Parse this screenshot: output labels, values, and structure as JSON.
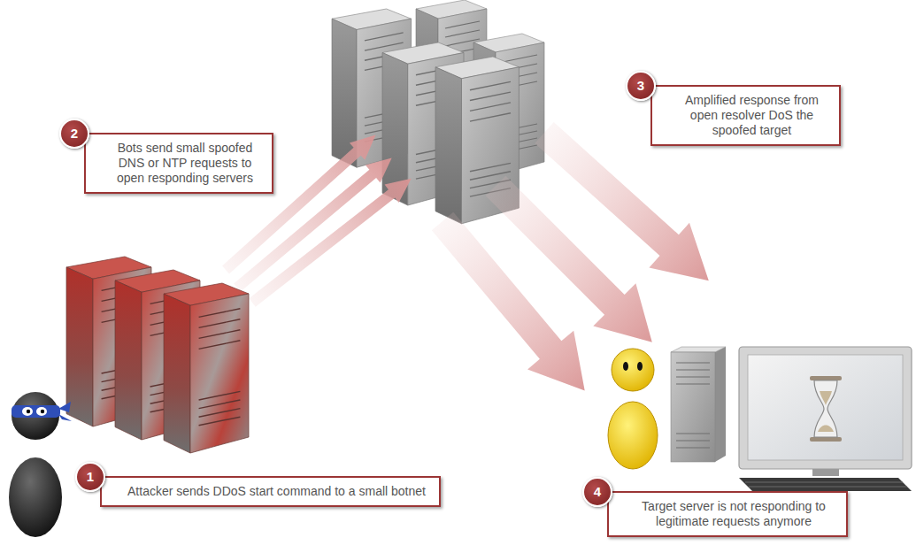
{
  "diagram": {
    "nodes": [
      {
        "text": [
          "1",
          "Attacker sends DDoS start command to a small botnet"
        ]
      },
      {
        "text": [
          "2",
          "Bots send small spoofed DNS or NTP requests to open responding servers"
        ]
      },
      {
        "text": [
          "3",
          "Amplified response from open resolver DoS the spoofed target"
        ]
      },
      {
        "text": [
          "4",
          "Target server is not responding to legitimate requests anymore"
        ]
      }
    ]
  }
}
